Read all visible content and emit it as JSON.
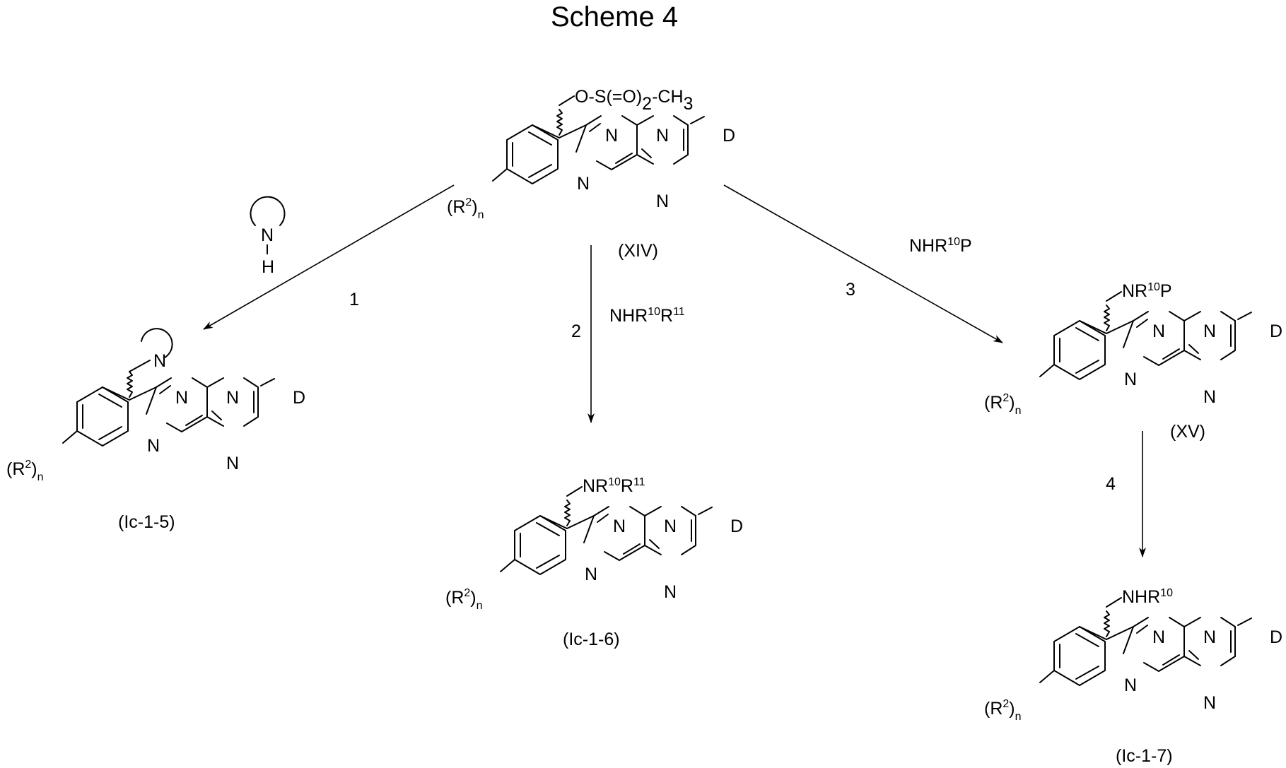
{
  "title": "Scheme 4",
  "atoms": {
    "N": "N",
    "D": "D",
    "H": "H",
    "R": "R",
    "two": "2",
    "n": "n",
    "lp": "(",
    "rp": ")"
  },
  "compounds": {
    "xiv": {
      "label": "(XIV)",
      "substituent": {
        "main": "O-S(=O)",
        "sub": "2",
        "tail": "-CH",
        "sub2": "3"
      }
    },
    "ic15": {
      "label": "(Ic-1-5)"
    },
    "ic16": {
      "label": "(Ic-1-6)",
      "substituent": {
        "main": "NR",
        "sup1": "10",
        "mid": "R",
        "sup2": "11"
      }
    },
    "xv": {
      "label": "(XV)",
      "substituent": {
        "main": "NR",
        "sup1": "10",
        "tail": "P"
      }
    },
    "ic17": {
      "label": "(Ic-1-7)",
      "substituent": {
        "main": "NHR",
        "sup1": "10"
      }
    }
  },
  "steps": [
    {
      "number": "1",
      "reagent": ""
    },
    {
      "number": "2",
      "reagent": {
        "main": "NHR",
        "sup1": "10",
        "mid": "R",
        "sup2": "11"
      }
    },
    {
      "number": "3",
      "reagent": {
        "main": "NHR",
        "sup1": "10",
        "tail": "P"
      }
    },
    {
      "number": "4",
      "reagent": ""
    }
  ]
}
